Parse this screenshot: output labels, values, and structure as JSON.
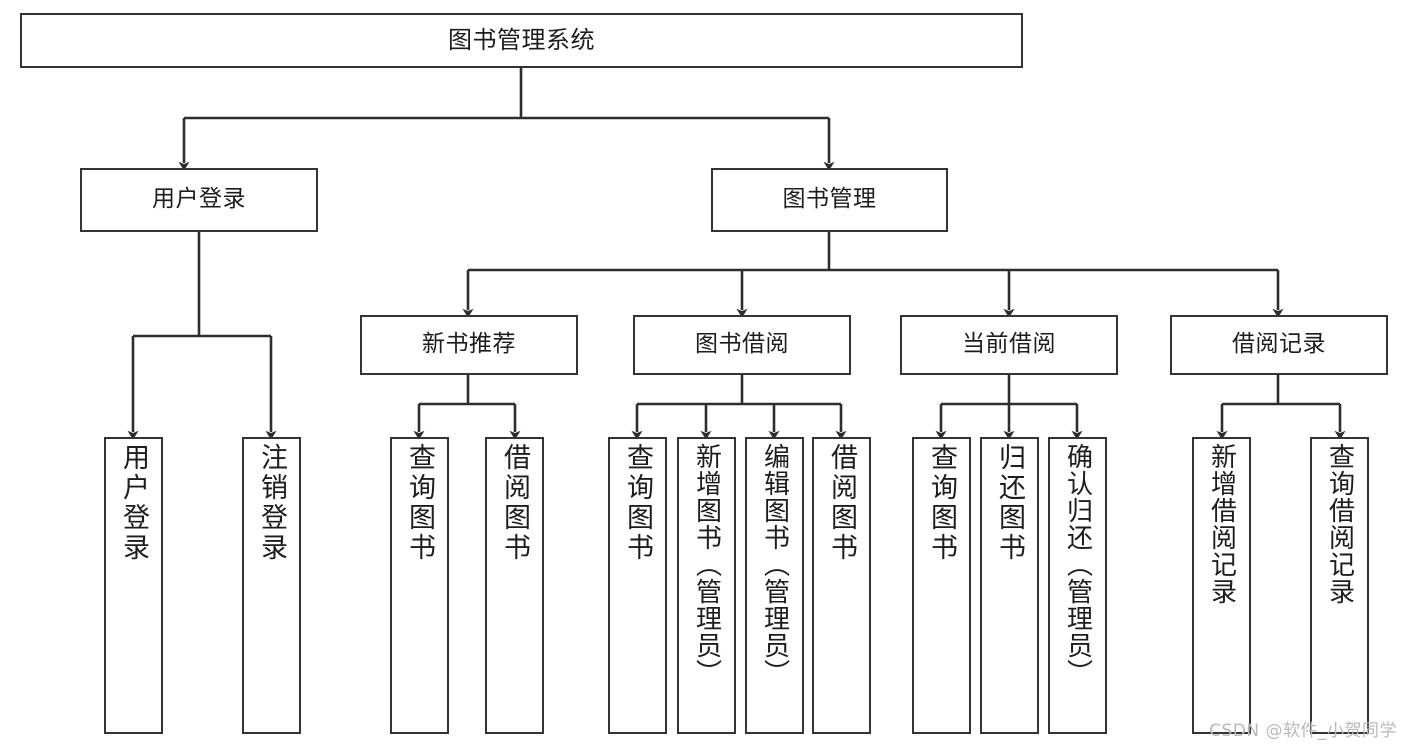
{
  "diagram": {
    "title": "图书管理系统",
    "type": "tree-hierarchy",
    "levels": [
      {
        "level": 0,
        "nodes": [
          {
            "id": "root",
            "label": "图书管理系统",
            "orientation": "horizontal"
          }
        ]
      },
      {
        "level": 1,
        "nodes": [
          {
            "id": "login",
            "label": "用户登录",
            "orientation": "horizontal",
            "parent": "root"
          },
          {
            "id": "bookmgmt",
            "label": "图书管理",
            "orientation": "horizontal",
            "parent": "root"
          }
        ]
      },
      {
        "level": 2,
        "nodes": [
          {
            "id": "newbook",
            "label": "新书推荐",
            "orientation": "horizontal",
            "parent": "bookmgmt"
          },
          {
            "id": "borrow",
            "label": "图书借阅",
            "orientation": "horizontal",
            "parent": "bookmgmt"
          },
          {
            "id": "current",
            "label": "当前借阅",
            "orientation": "horizontal",
            "parent": "bookmgmt"
          },
          {
            "id": "records",
            "label": "借阅记录",
            "orientation": "horizontal",
            "parent": "bookmgmt"
          }
        ]
      },
      {
        "level": 3,
        "nodes": [
          {
            "id": "leaf1",
            "label": "用户登录",
            "orientation": "vertical",
            "parent": "login"
          },
          {
            "id": "leaf2",
            "label": "注销登录",
            "orientation": "vertical",
            "parent": "login"
          },
          {
            "id": "leaf3",
            "label": "查询图书",
            "orientation": "vertical",
            "parent": "newbook"
          },
          {
            "id": "leaf4",
            "label": "借阅图书",
            "orientation": "vertical",
            "parent": "newbook"
          },
          {
            "id": "leaf5",
            "label": "查询图书",
            "orientation": "vertical",
            "parent": "borrow"
          },
          {
            "id": "leaf6",
            "label": "新增图书（管理员）",
            "orientation": "vertical",
            "parent": "borrow"
          },
          {
            "id": "leaf7",
            "label": "编辑图书（管理员）",
            "orientation": "vertical",
            "parent": "borrow"
          },
          {
            "id": "leaf8",
            "label": "借阅图书",
            "orientation": "vertical",
            "parent": "borrow"
          },
          {
            "id": "leaf9",
            "label": "查询图书",
            "orientation": "vertical",
            "parent": "current"
          },
          {
            "id": "leaf10",
            "label": "归还图书",
            "orientation": "vertical",
            "parent": "current"
          },
          {
            "id": "leaf11",
            "label": "确认归还（管理员）",
            "orientation": "vertical",
            "parent": "current"
          },
          {
            "id": "leaf12",
            "label": "新增借阅记录",
            "orientation": "vertical",
            "parent": "records"
          },
          {
            "id": "leaf13",
            "label": "查询借阅记录",
            "orientation": "vertical",
            "parent": "records"
          }
        ]
      }
    ],
    "colors": {
      "stroke": "#343434",
      "background": "#ffffff",
      "text": "#1d1d1d",
      "watermark": "#b9b9b9"
    }
  },
  "watermark": {
    "text": "CSDN @软件_小贺同学"
  }
}
